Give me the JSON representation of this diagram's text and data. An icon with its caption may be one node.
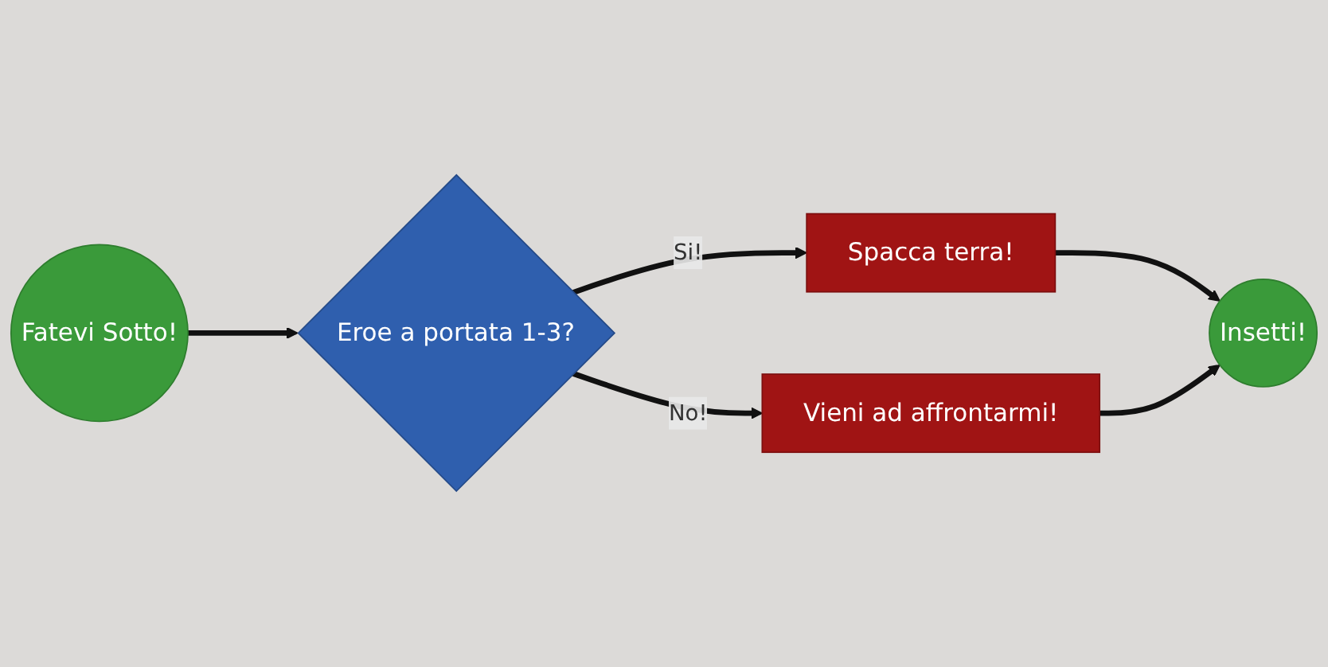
{
  "diagram": {
    "nodes": [
      {
        "text": [
          "Fatevi Sotto!"
        ]
      },
      {
        "text": [
          "Eroe a portata 1-3?"
        ]
      },
      {
        "text": [
          "Spacca terra!"
        ]
      },
      {
        "text": [
          "Vieni ad affrontarmi!"
        ]
      },
      {
        "text": [
          "Insetti!"
        ]
      }
    ],
    "edges": [
      {
        "from": 0,
        "to": 1,
        "arrow": "to"
      },
      {
        "from": 1,
        "to": 2,
        "arrow": "to",
        "label": "Si!"
      },
      {
        "from": 1,
        "to": 3,
        "arrow": "to",
        "label": "No!"
      },
      {
        "from": 2,
        "to": 4,
        "arrow": "to"
      },
      {
        "from": 3,
        "to": 4,
        "arrow": "to"
      }
    ]
  }
}
